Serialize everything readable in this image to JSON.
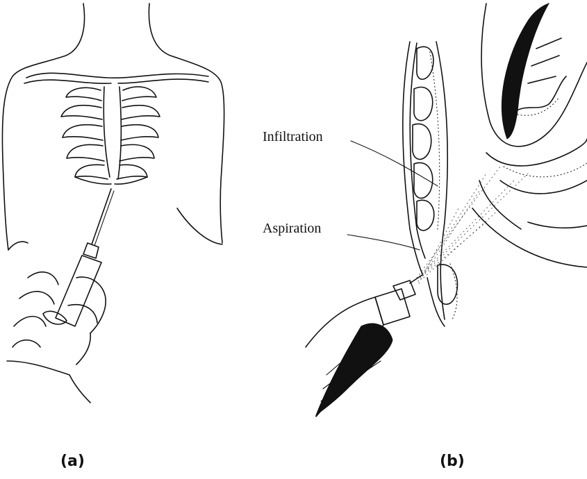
{
  "panels": [
    {
      "label": "(a)"
    },
    {
      "label": "(b)"
    }
  ],
  "annotations": {
    "infiltration": "Infiltration",
    "aspiration": "Aspiration"
  }
}
